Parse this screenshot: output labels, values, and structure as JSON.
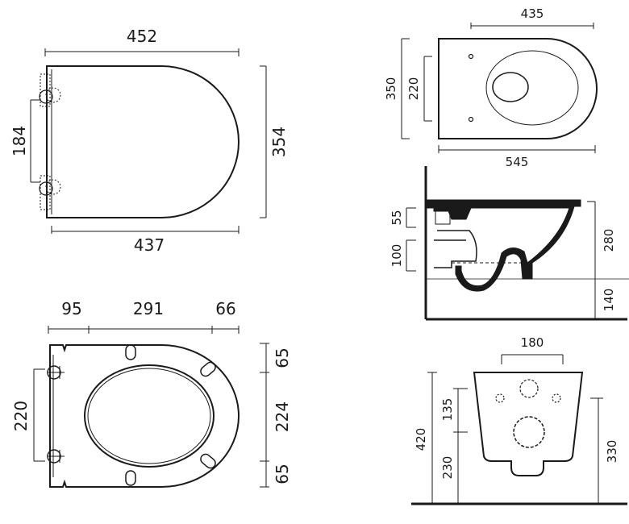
{
  "seat_top_view": {
    "width_total": "452",
    "width_inner": "437",
    "height_right": "354",
    "hinge_spacing": "184"
  },
  "seat_open_view": {
    "segment_left": "95",
    "segment_mid": "291",
    "segment_right": "66",
    "hinge_spacing": "220",
    "right_top": "65",
    "right_mid": "224",
    "right_bottom": "65"
  },
  "bowl_top_view": {
    "top_width": "435",
    "bottom_width": "545",
    "outer_height": "350",
    "fixing_spacing": "220"
  },
  "side_view": {
    "left_upper": "55",
    "left_lower": "100",
    "right_upper": "280",
    "right_lower": "140"
  },
  "rear_view": {
    "top_width": "180",
    "left_total": "420",
    "left_upper": "135",
    "left_lower": "230",
    "right_height": "330"
  }
}
